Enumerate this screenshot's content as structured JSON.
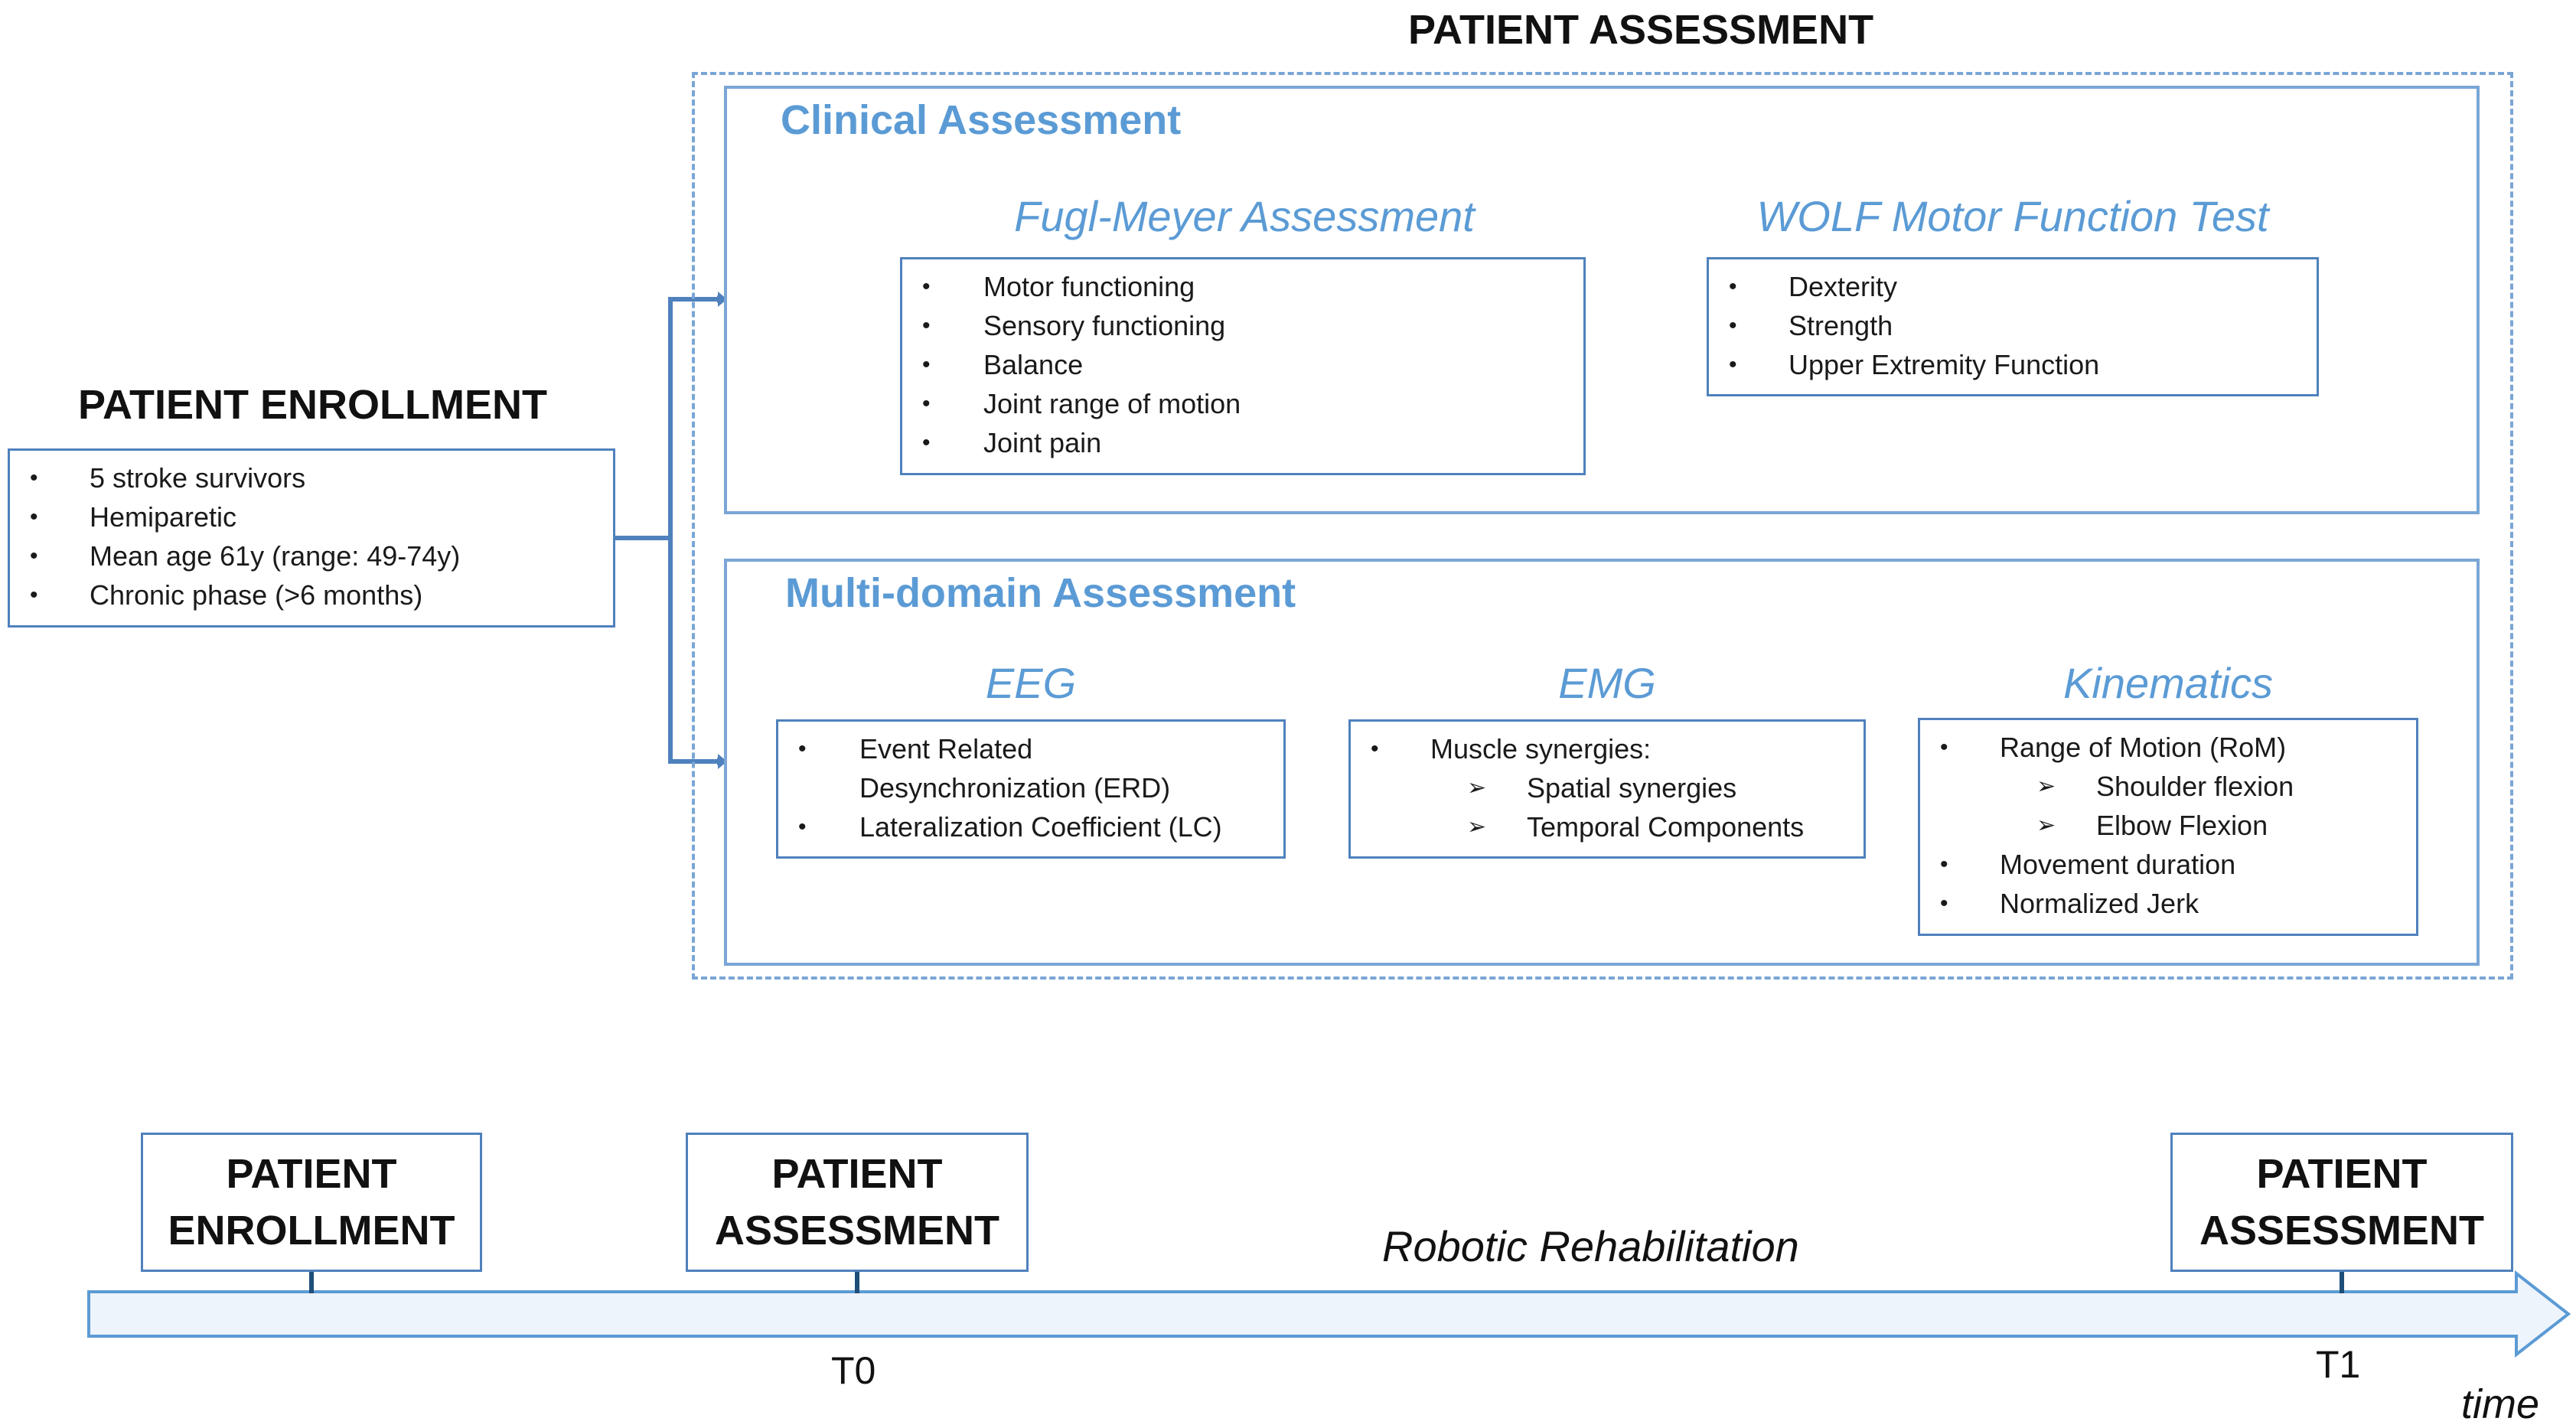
{
  "header": {
    "title": "PATIENT ASSESSMENT"
  },
  "enrollment": {
    "title": "PATIENT ENROLLMENT",
    "items": [
      "5 stroke survivors",
      "Hemiparetic",
      "Mean age 61y (range: 49-74y)",
      "Chronic phase (>6 months)"
    ]
  },
  "clinical": {
    "title": "Clinical Assessment",
    "fugl_meyer": {
      "title": "Fugl-Meyer Assessment",
      "items": [
        "Motor functioning",
        "Sensory functioning",
        "Balance",
        "Joint range of motion",
        "Joint pain"
      ]
    },
    "wolf": {
      "title": "WOLF Motor Function Test",
      "items": [
        "Dexterity",
        "Strength",
        "Upper Extremity Function"
      ]
    }
  },
  "multidomain": {
    "title": "Multi-domain Assessment",
    "eeg": {
      "title": "EEG",
      "items": [
        "Event Related",
        "Desynchronization (ERD)",
        "Lateralization Coefficient (LC)"
      ]
    },
    "emg": {
      "title": "EMG",
      "items": [
        "Muscle synergies:",
        "Spatial synergies",
        "Temporal Components"
      ]
    },
    "kinematics": {
      "title": "Kinematics",
      "items": [
        "Range of Motion (RoM)",
        "Shoulder flexion",
        "Elbow Flexion",
        "Movement duration",
        "Normalized Jerk"
      ]
    }
  },
  "timeline": {
    "enrollment_box": [
      "PATIENT",
      "ENROLLMENT"
    ],
    "assessment_t0_box": [
      "PATIENT",
      "ASSESSMENT"
    ],
    "assessment_t1_box": [
      "PATIENT",
      "ASSESSMENT"
    ],
    "phase_label": "Robotic Rehabilitation",
    "t0_label": "T0",
    "t1_label": "T1",
    "axis_label": "time"
  },
  "colors": {
    "accent": "#5b9bd5",
    "border": "#4f81bd",
    "panel_border": "#7aa6d6",
    "arrow_fill": "#eef4fb"
  }
}
